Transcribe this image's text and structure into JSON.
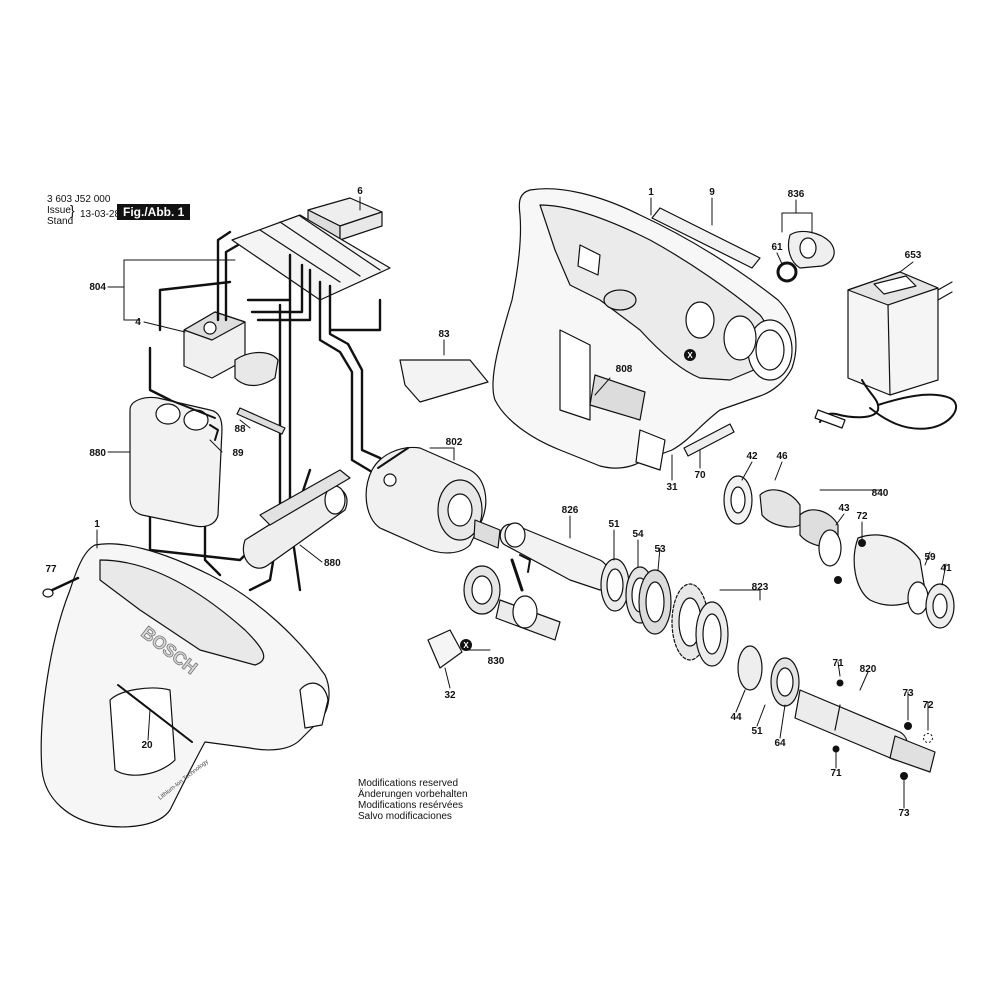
{
  "header": {
    "doc_number": "3 603 J52 000",
    "issue_label": "Issue",
    "stand_label": "Stand",
    "date": "13-03-28",
    "figure_tag": "Fig./Abb. 1"
  },
  "brand_mark": "BOSCH",
  "housing_text": "Lithium-Ion Technology",
  "footer_notes": [
    "Modifications reserved",
    "Änderungen vorbehalten",
    "Modifications resérvées",
    "Salvo modificaciones"
  ],
  "callouts": {
    "c1a": "1",
    "c9": "9",
    "c836": "836",
    "c61": "61",
    "c653": "653",
    "c6": "6",
    "c804": "804",
    "c4": "4",
    "c83": "83",
    "c808": "808",
    "c88": "88",
    "c880a": "880",
    "c89": "89",
    "c802": "802",
    "c70": "70",
    "c31": "31",
    "c42": "42",
    "c46": "46",
    "c840": "840",
    "c43": "43",
    "c72a": "72",
    "c59": "59",
    "c41": "41",
    "c826": "826",
    "c51a": "51",
    "c54": "54",
    "c53": "53",
    "c880b": "880",
    "c1b": "1",
    "c77": "77",
    "c823": "823",
    "c830": "830",
    "c32": "32",
    "c20": "20",
    "c71a": "71",
    "c820": "820",
    "c44": "44",
    "c51b": "51",
    "c64": "64",
    "c73a": "73",
    "c72b": "72",
    "c71b": "71",
    "c73b": "73"
  },
  "markers": {
    "x_marker": "X"
  }
}
